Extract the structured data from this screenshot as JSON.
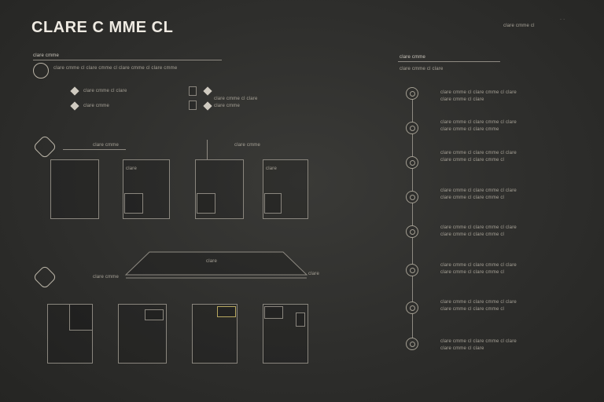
{
  "header": {
    "title": "CLARE C MME CL",
    "right_caption": "clare cmme cl"
  },
  "left_section": {
    "heading": "clare cmme",
    "intro": "clare cmme cl clare cmme cl clare cmme cl clare cmme"
  },
  "legend": {
    "item1": "clare cmme cl clare",
    "item1b": "clare cmme",
    "item2": "clare cmme cl clare",
    "item2b": "clare cmme"
  },
  "panel_row1": {
    "label_left": "clare cmme",
    "label_right": "clare cmme",
    "inner1": "clare",
    "inner2": "clare"
  },
  "platform": {
    "label": "clare",
    "left_tag": "clare cmme",
    "right_tag": "clare"
  },
  "timeline": {
    "heading": "clare cmme",
    "subheading": "clare cmme cl clare",
    "entries": [
      {
        "line1": "clare cmme cl clare cmme cl clare",
        "line2": "clare cmme cl clare"
      },
      {
        "line1": "clare cmme cl clare cmme cl clare",
        "line2": "clare cmme cl clare cmme"
      },
      {
        "line1": "clare cmme cl clare cmme cl clare",
        "line2": "clare cmme cl clare cmme cl"
      },
      {
        "line1": "clare cmme cl clare cmme cl clare",
        "line2": "clare cmme cl clare cmme cl"
      },
      {
        "line1": "clare cmme cl clare cmme cl clare",
        "line2": "clare cmme cl clare cmme cl"
      },
      {
        "line1": "clare cmme cl clare cmme cl clare",
        "line2": "clare cmme cl clare cmme cl"
      },
      {
        "line1": "clare cmme cl clare cmme cl clare",
        "line2": "clare cmme cl clare cmme cl"
      },
      {
        "line1": "clare cmme cl clare cmme cl clare",
        "line2": "clare cmme cl clare"
      }
    ]
  }
}
